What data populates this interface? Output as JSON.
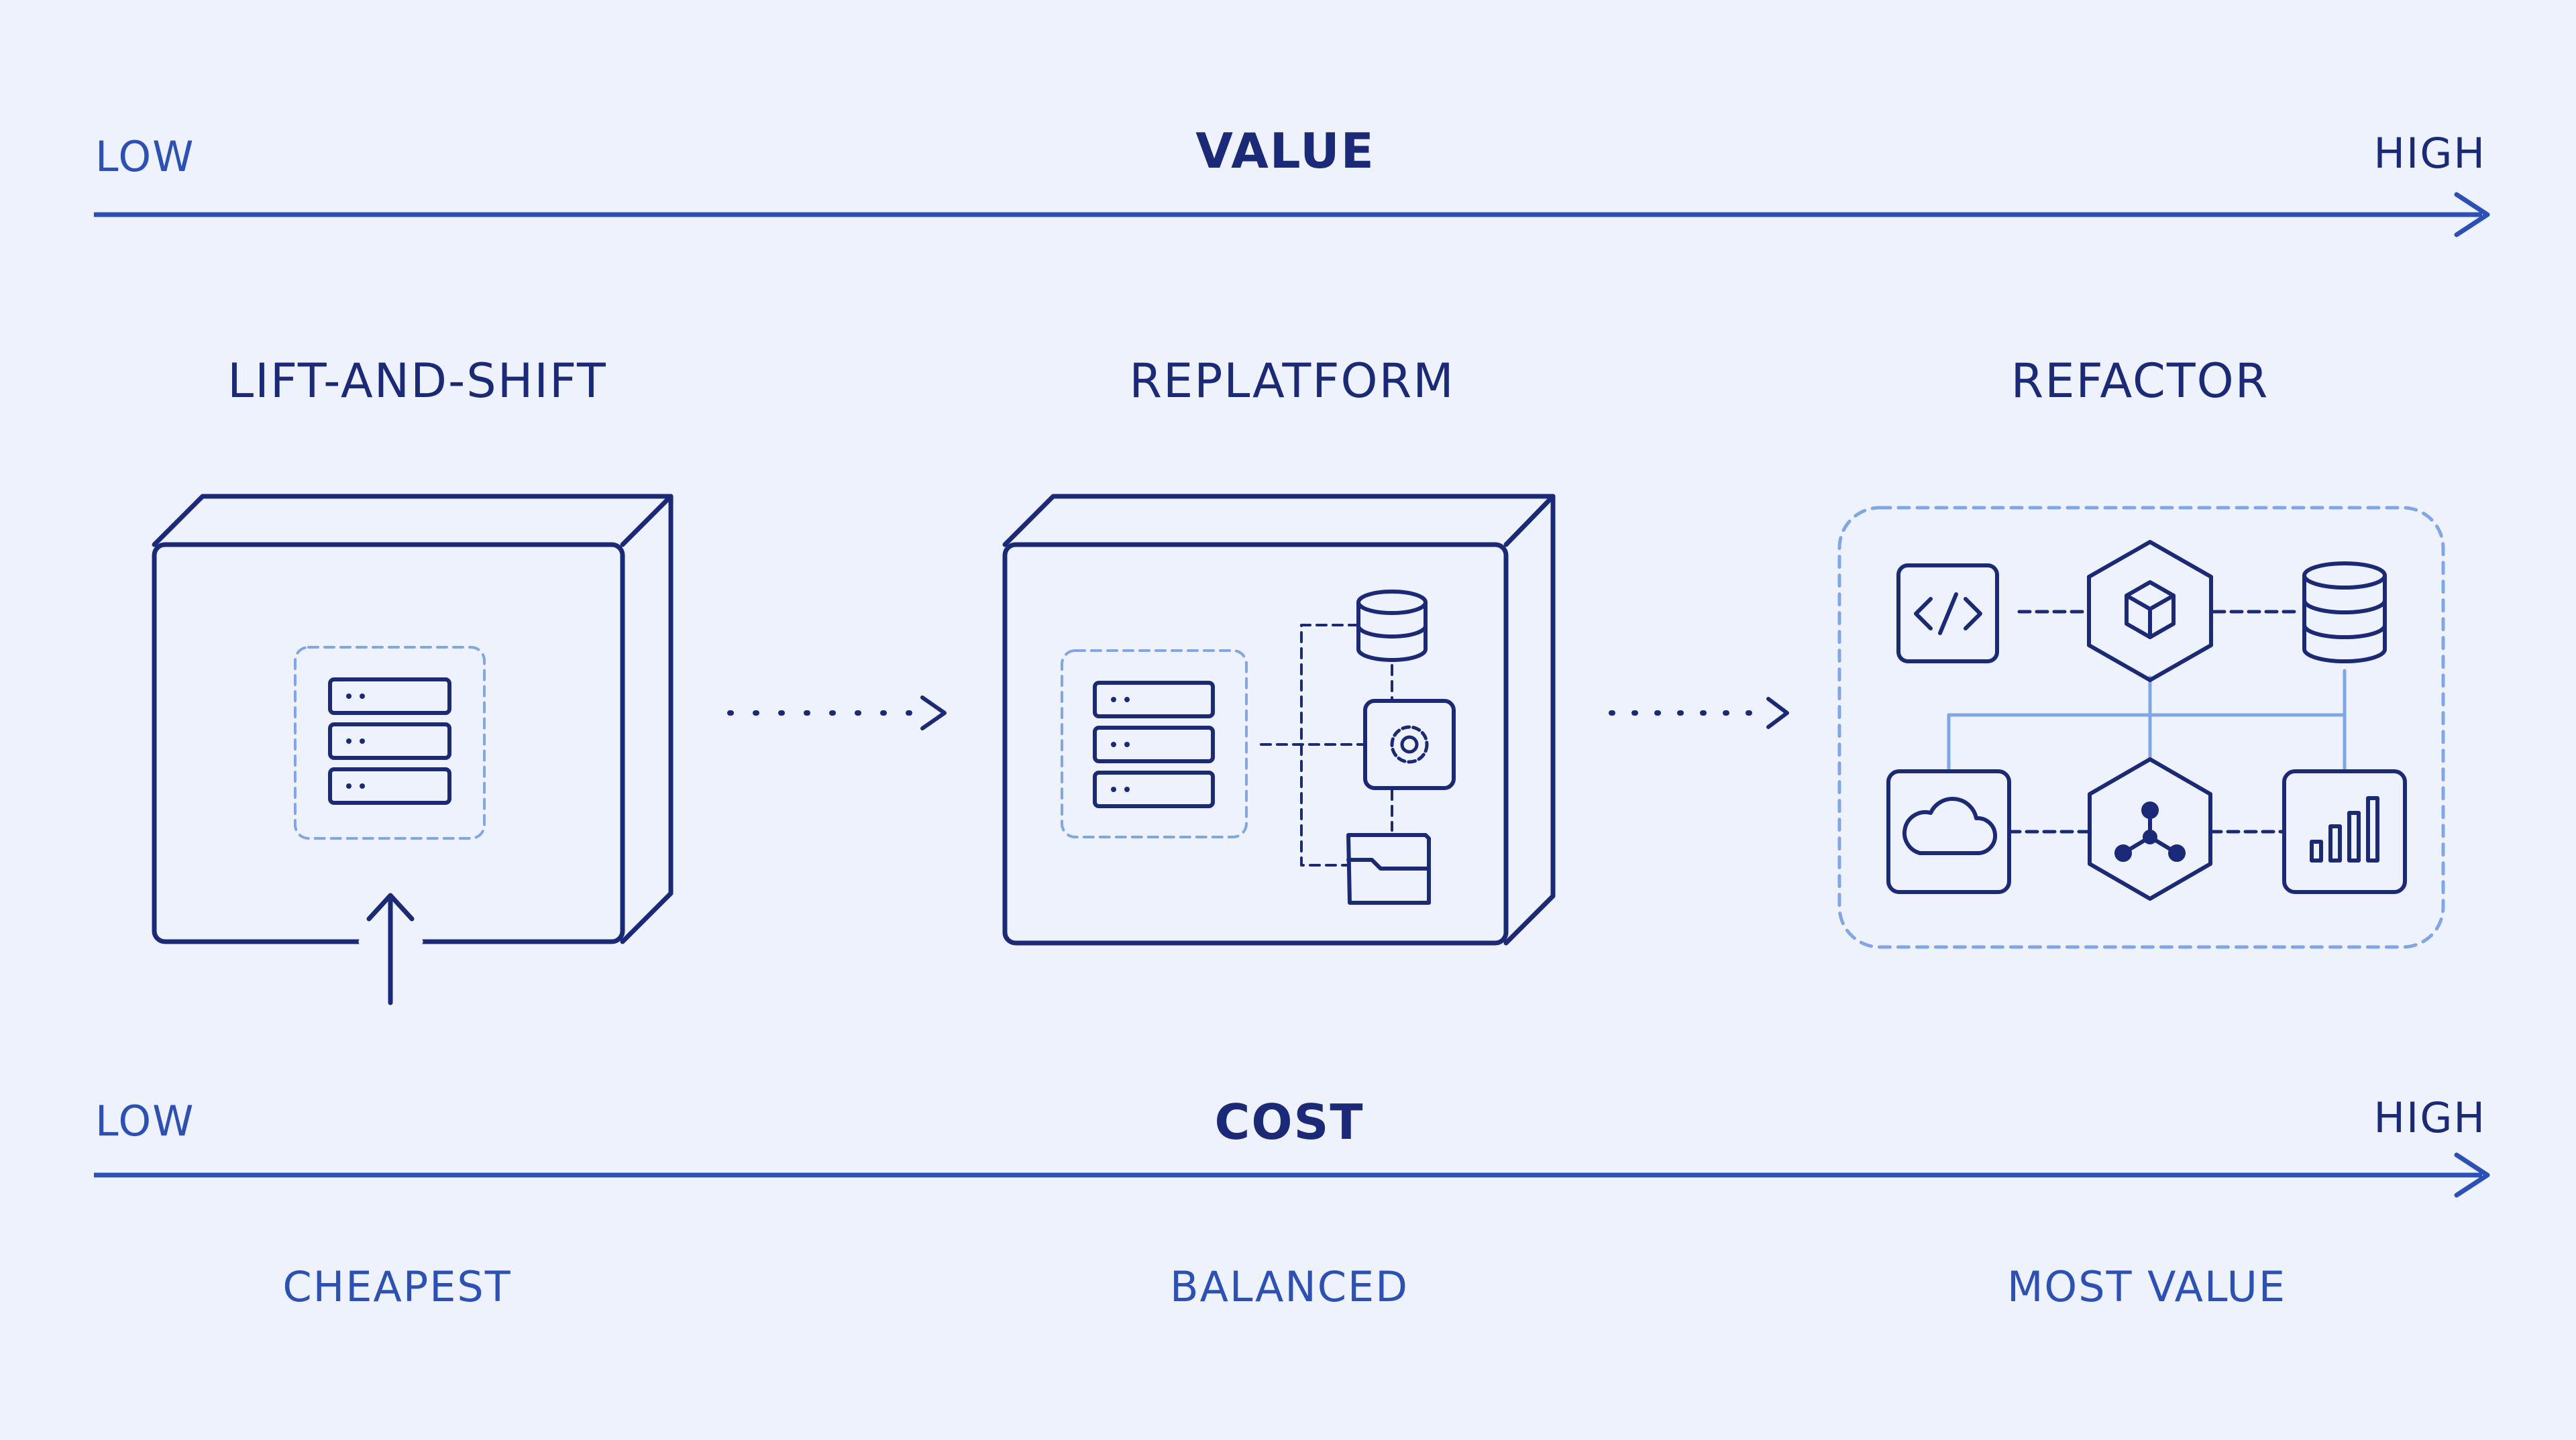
{
  "value_axis": {
    "label": "VALUE",
    "low": "LOW",
    "high": "HIGH"
  },
  "cost_axis": {
    "label": "COST",
    "low": "LOW",
    "high": "HIGH"
  },
  "strategies": [
    {
      "title": "LIFT-AND-SHIFT",
      "caption": "CHEAPEST"
    },
    {
      "title": "REPLATFORM",
      "caption": "BALANCED"
    },
    {
      "title": "REFACTOR",
      "caption": "MOST VALUE"
    }
  ],
  "colors": {
    "background": "#eef2fc",
    "ink_dark": "#1b2a78",
    "axis_blue": "#2b50b8",
    "accent_light": "#7fa6e6"
  },
  "icons": {
    "lift_and_shift": [
      "server-rack-icon",
      "up-arrow-icon"
    ],
    "replatform": [
      "server-rack-icon",
      "database-icon",
      "gear-icon",
      "folder-icon"
    ],
    "refactor": [
      "code-icon",
      "cube-icon",
      "database-icon",
      "cloud-icon",
      "network-hub-icon",
      "bar-chart-icon"
    ]
  }
}
